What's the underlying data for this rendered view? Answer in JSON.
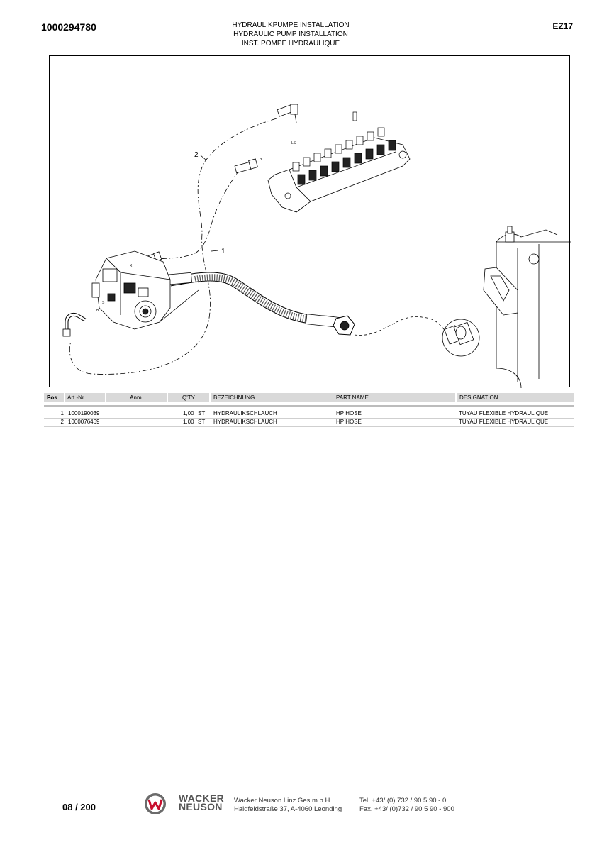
{
  "header": {
    "doc_number": "1000294780",
    "titles": [
      "HYDRAULIKPUMPE INSTALLATION",
      "HYDRAULIC PUMP INSTALLATION",
      "INST. POMPE HYDRAULIQUE"
    ],
    "model": "EZ17"
  },
  "figure": {
    "callouts": [
      "1",
      "2"
    ],
    "port_labels": [
      "LS",
      "P",
      "X",
      "S",
      "B"
    ]
  },
  "table": {
    "columns": [
      "Pos",
      "Art.-Nr.",
      "Anm.",
      "Q'TY",
      "BEZEICHNUNG",
      "PART NAME",
      "DESIGNATION"
    ],
    "rows": [
      {
        "pos": "1",
        "art_nr": "1000190039",
        "anm": "",
        "qty": "1,00",
        "unit": "ST",
        "bezeichnung": "HYDRAULIKSCHLAUCH",
        "part_name": "HP HOSE",
        "designation": "TUYAU FLEXIBLE HYDRAULIQUE"
      },
      {
        "pos": "2",
        "art_nr": "1000076469",
        "anm": "",
        "qty": "1,00",
        "unit": "ST",
        "bezeichnung": "HYDRAULIKSCHLAUCH",
        "part_name": "HP HOSE",
        "designation": "TUYAU FLEXIBLE HYDRAULIQUE"
      }
    ]
  },
  "footer": {
    "page": "08 / 200",
    "brand": [
      "WACKER",
      "NEUSON"
    ],
    "company_lines": [
      "Wacker Neuson Linz  Ges.m.b.H.",
      "Haidfeldstraße 37, A-4060 Leonding"
    ],
    "contact_lines": [
      "Tel. +43/ (0) 732 / 90 5 90 - 0",
      "Fax. +43/ (0)732 / 90 5 90 - 900"
    ],
    "logo_icon": "wacker-neuson-w-logo"
  }
}
